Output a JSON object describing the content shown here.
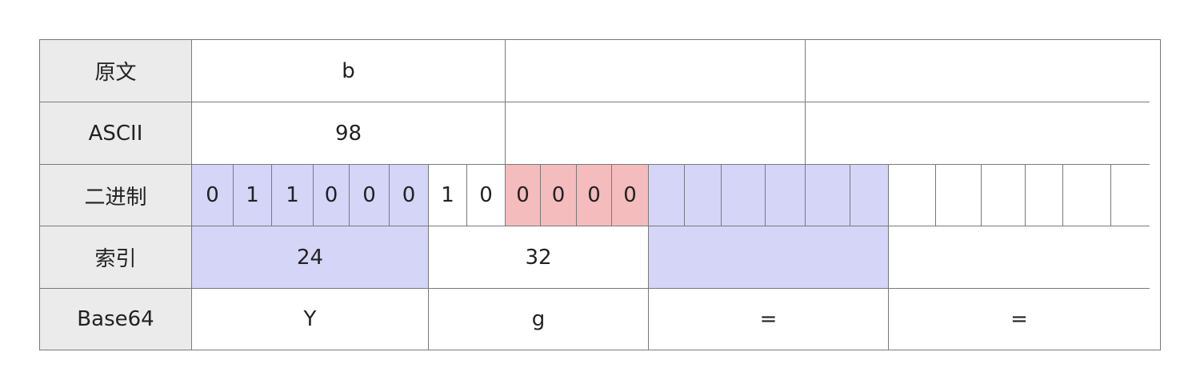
{
  "row_labels": [
    "原文",
    "ASCII",
    "二进制",
    "索引",
    "Base64"
  ],
  "plaintext": {
    "char": "b"
  },
  "ascii": {
    "value": "98"
  },
  "binary_bits": [
    "0",
    "1",
    "1",
    "0",
    "0",
    "0",
    "1",
    "0",
    "0",
    "0",
    "0",
    "0"
  ],
  "index": {
    "first": "24",
    "second": "32"
  },
  "base64": {
    "chars": [
      "Y",
      "g",
      "=",
      "="
    ]
  },
  "colors": {
    "label_bg": "#ebebeb",
    "data_bits": "#d4d5f7",
    "padding_bits": "#f4bcbd",
    "border": "#7a7a7a"
  }
}
